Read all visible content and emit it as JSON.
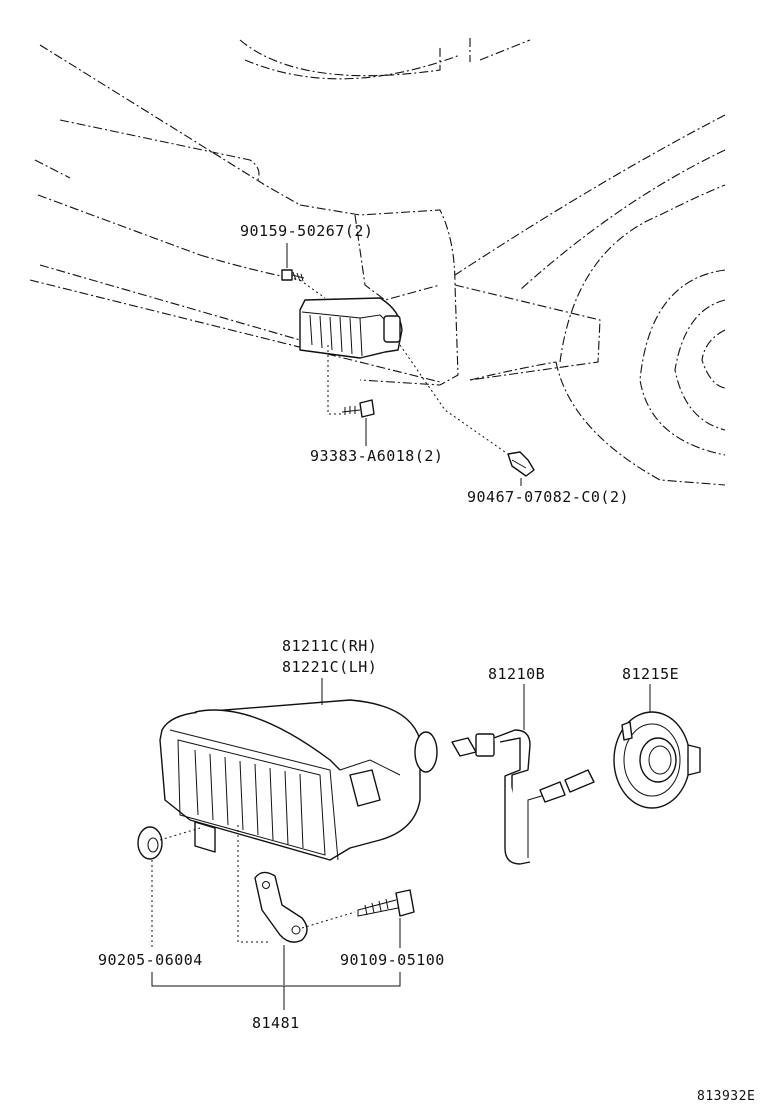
{
  "labels": {
    "bolt_top": "90159-50267(2)",
    "screw_mid": "93383-A6018(2)",
    "clip": "90467-07082-C0(2)",
    "lamp_rh": "81211C(RH)",
    "lamp_lh": "81221C(LH)",
    "bulb": "81210B",
    "socket": "81215E",
    "nut": "90205-06004",
    "bolt_bracket": "90109-05100",
    "bracket": "81481",
    "drawing_id": "813932E"
  }
}
